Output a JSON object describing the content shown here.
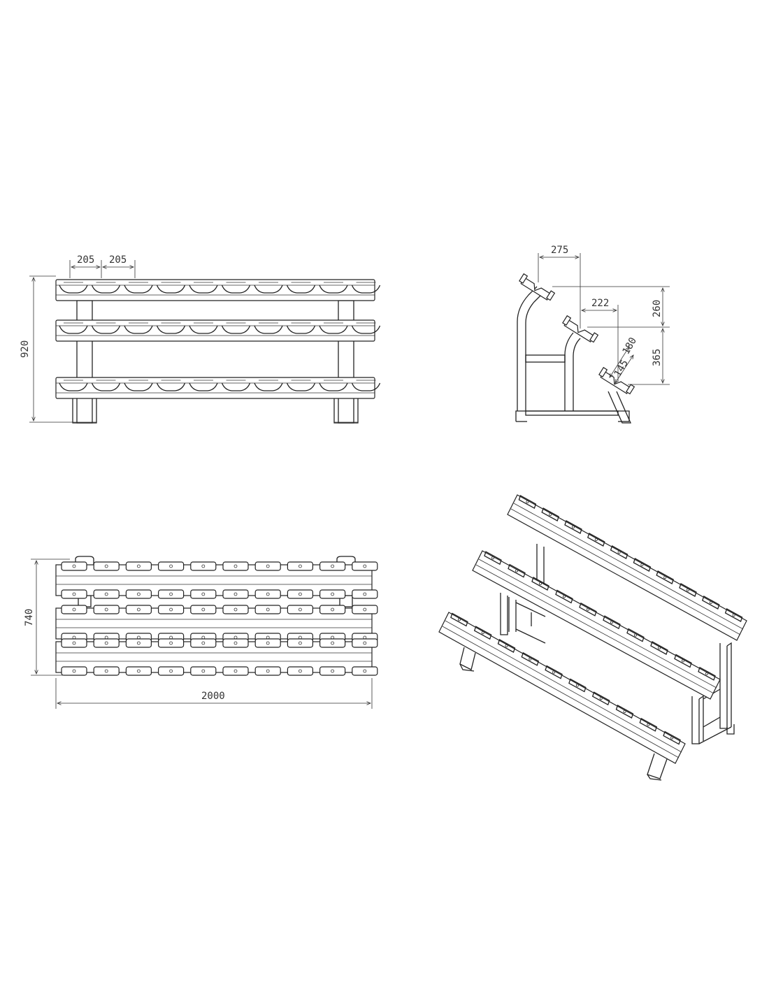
{
  "drawing": {
    "front_view": {
      "slot_pitch_1": "205",
      "slot_pitch_2": "205",
      "height": "920"
    },
    "side_view": {
      "depth_top": "275",
      "depth_middle": "222",
      "rise_top": "260",
      "rise_middle": "365",
      "slot_outer": "180",
      "slot_inner": "145"
    },
    "top_view": {
      "depth": "740",
      "width": "2000"
    }
  }
}
